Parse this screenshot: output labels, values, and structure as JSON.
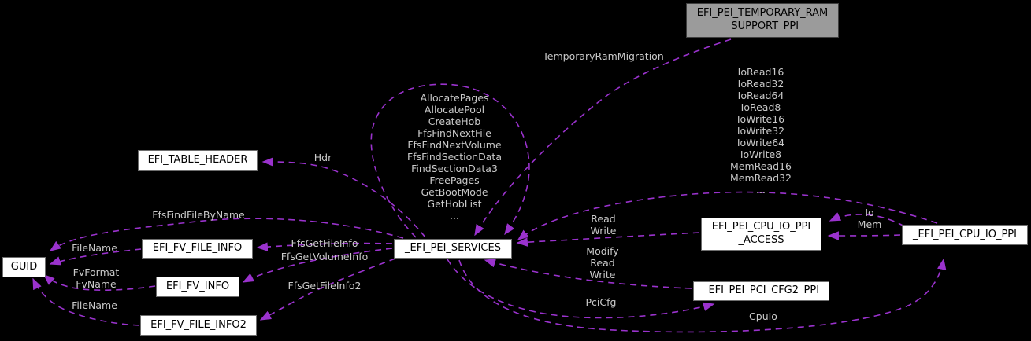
{
  "colors": {
    "background": "#000000",
    "edge": "#9a32cd",
    "edge_label_text": "#c9c9c9",
    "node_fill": "#ffffff",
    "node_border": "#6e6e6e",
    "node_text": "#000000",
    "selected_node_fill": "#9b9b9b",
    "selected_node_border": "#3f3f3f"
  },
  "nodes": {
    "temp_ram_support_ppi": {
      "lines": [
        "EFI_PEI_TEMPORARY_RAM",
        "_SUPPORT_PPI"
      ]
    },
    "table_header": {
      "lines": [
        "EFI_TABLE_HEADER"
      ]
    },
    "guid": {
      "lines": [
        "GUID"
      ]
    },
    "fv_file_info": {
      "lines": [
        "EFI_FV_FILE_INFO"
      ]
    },
    "fv_info": {
      "lines": [
        "EFI_FV_INFO"
      ]
    },
    "fv_file_info2": {
      "lines": [
        "EFI_FV_FILE_INFO2"
      ]
    },
    "pei_services": {
      "lines": [
        "_EFI_PEI_SERVICES"
      ]
    },
    "cpu_io_ppi_access": {
      "lines": [
        "EFI_PEI_CPU_IO_PPI",
        "_ACCESS"
      ]
    },
    "cpu_io_ppi": {
      "lines": [
        "_EFI_PEI_CPU_IO_PPI"
      ]
    },
    "pci_cfg2_ppi": {
      "lines": [
        "_EFI_PEI_PCI_CFG2_PPI"
      ]
    }
  },
  "edge_labels": {
    "temporary_ram_migration": {
      "lines": [
        "TemporaryRamMigration"
      ]
    },
    "cpu_io_functions": {
      "lines": [
        "IoRead16",
        "IoRead32",
        "IoRead64",
        "IoRead8",
        "IoWrite16",
        "IoWrite32",
        "IoWrite64",
        "IoWrite8",
        "MemRead16",
        "MemRead32",
        "..."
      ]
    },
    "hdr": {
      "lines": [
        "Hdr"
      ]
    },
    "pei_services_functions": {
      "lines": [
        "AllocatePages",
        "AllocatePool",
        "CreateHob",
        "FfsFindNextFile",
        "FfsFindNextVolume",
        "FfsFindSectionData",
        "FindSectionData3",
        "FreePages",
        "GetBootMode",
        "GetHobList",
        "..."
      ]
    },
    "ffs_find_file_by_name": {
      "lines": [
        "FfsFindFileByName"
      ]
    },
    "file_name_fv_file_info": {
      "lines": [
        "FileName"
      ]
    },
    "fv_format_fv_name": {
      "lines": [
        "FvFormat",
        "FvName"
      ]
    },
    "file_name_fv_file_info2": {
      "lines": [
        "FileName"
      ]
    },
    "ffs_get_file_info": {
      "lines": [
        "FfsGetFileInfo"
      ]
    },
    "ffs_get_volume_info": {
      "lines": [
        "FfsGetVolumeInfo"
      ]
    },
    "ffs_get_file_info2": {
      "lines": [
        "FfsGetFileInfo2"
      ]
    },
    "read_write": {
      "lines": [
        "Read",
        "Write"
      ]
    },
    "modify_read_write": {
      "lines": [
        "Modify",
        "Read",
        "Write"
      ]
    },
    "pci_cfg": {
      "lines": [
        "PciCfg"
      ]
    },
    "io_mem": {
      "lines": [
        "Io",
        "Mem"
      ]
    },
    "cpu_io": {
      "lines": [
        "CpuIo"
      ]
    }
  }
}
